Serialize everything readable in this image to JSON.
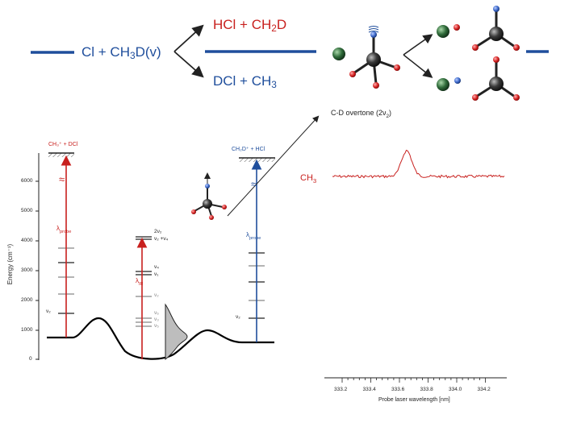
{
  "reaction": {
    "reactant_prefix": "Cl + CH",
    "reactant_sub": "3",
    "reactant_suffix": "D(v)",
    "product_upper_prefix": "HCl + CH",
    "product_upper_sub": "2",
    "product_upper_suffix": "D",
    "product_lower_prefix": "DCl + CH",
    "product_lower_sub": "3"
  },
  "spectra": {
    "cd_overtone_prefix": "C-D overtone (2ν",
    "cd_overtone_sub": "2",
    "cd_overtone_suffix": ")",
    "ch3_prefix": "CH",
    "ch3_sub": "3"
  },
  "xaxis": {
    "title": "Probe laser wavelength [nm]",
    "ticks": [
      "333.2",
      "333.4",
      "333.6",
      "333.8",
      "334.0",
      "334.2"
    ]
  },
  "energy_diagram": {
    "yaxis_label": "Energy (cm⁻¹)",
    "yticks": [
      "0",
      "1000",
      "2000",
      "3000",
      "4000",
      "5000",
      "6000"
    ],
    "left_asymptote": "CH₃⁺ + DCl",
    "right_asymptote": "CH₂D⁺ + HCl",
    "lambda_probe": "λ",
    "lambda_probe_sub": "probe",
    "lambda_ir": "λ",
    "lambda_ir_sub": "IR",
    "nu2_left": "ν₂",
    "nu2_right": "ν₂",
    "center_levels": [
      "2ν₂",
      "ν₂ +ν₄",
      "ν₄",
      "ν₁",
      "ν₂",
      "ν₆",
      "ν₃",
      "ν₅"
    ],
    "break_symbol": "≈"
  },
  "colors": {
    "blue": "#1f4e9c",
    "red": "#c8201e",
    "green_atom": "#2f6b3a",
    "red_atom": "#d42020",
    "blue_atom": "#3a66c8",
    "carbon": "#2a2a2a"
  }
}
